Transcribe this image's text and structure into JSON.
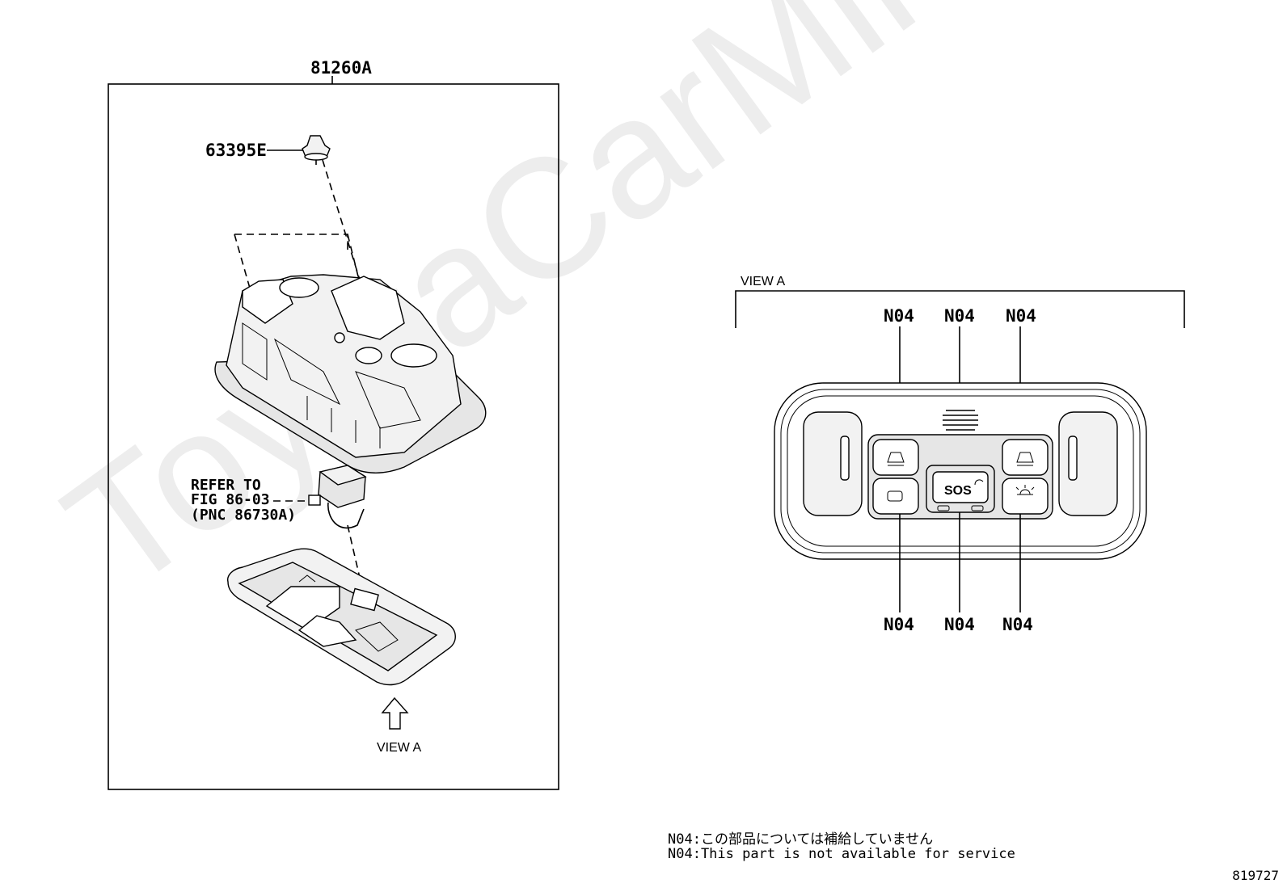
{
  "watermark": "ToyotaCarMine.ru",
  "parts": {
    "assembly": "81260A",
    "clip": "63395E",
    "refer_line1": "REFER TO",
    "refer_line2": "FIG 86-03",
    "refer_line3": "(PNC 86730A)",
    "view_arrow_label": "VIEW A"
  },
  "view_a": {
    "title": "VIEW A",
    "callouts_top": [
      "N04",
      "N04",
      "N04"
    ],
    "callouts_bottom": [
      "N04",
      "N04",
      "N04"
    ],
    "sos_label": "SOS"
  },
  "notes": [
    "N04:この部品については補給していません",
    "N04:This part is not available for service"
  ],
  "illustration_number": "819727"
}
